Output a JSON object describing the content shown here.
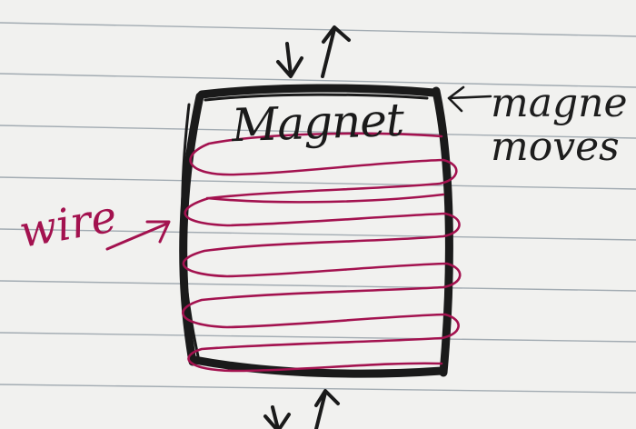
{
  "diagram": {
    "magnet_label": "Magnet",
    "wire_label": "wire",
    "note_line1": "magne",
    "note_line2": "moves"
  },
  "colors": {
    "paper": "#f1f1ef",
    "rule_lines": "#8f9aa3",
    "magnet_outline": "#1a1a1a",
    "wire": "#a3124f"
  },
  "icons": {
    "motion_top": "up-down-arrows-icon",
    "motion_bottom": "up-down-arrows-icon",
    "pointer_note": "left-arrow-icon",
    "pointer_wire": "right-arrow-icon"
  }
}
